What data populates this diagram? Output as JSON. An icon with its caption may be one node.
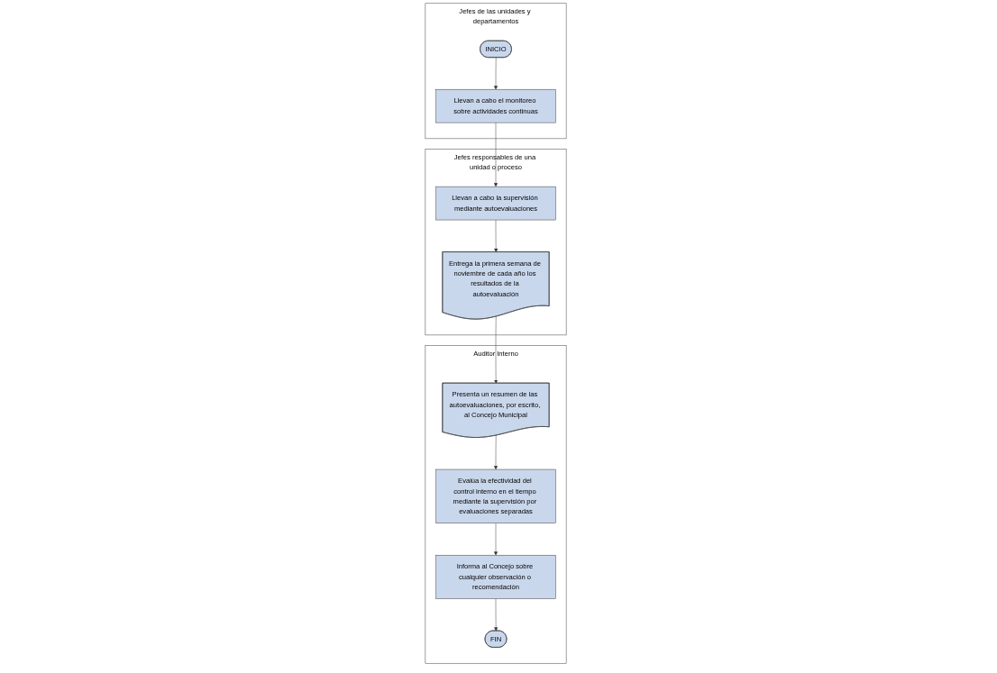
{
  "diagram": {
    "nodes": [
      {
        "text": [
          "Jefes de las unidades y departamentos"
        ]
      },
      {
        "text": [
          "INICIO"
        ],
        "in": 0
      },
      {
        "text": [
          "Llevan a cabo el monitoreo sobre actividades continuas"
        ],
        "in": 0
      },
      {
        "text": [
          "Jefes responsables de una unidad o proceso"
        ]
      },
      {
        "text": [
          "Llevan a cabo la supervisión mediante autoevaluaciones"
        ],
        "in": 3
      },
      {
        "text": [
          "Entrega la primera semana de noviembre de cada año los resultados de la autoevaluación"
        ],
        "in": 3
      },
      {
        "text": [
          "Auditor Interno"
        ]
      },
      {
        "text": [
          "Presenta un resumen de las autoevaluaciones, por escrito, al Concejo Municipal"
        ],
        "in": 6
      },
      {
        "text": [
          "Evalúa la efectividad del control interno en el tiempo mediante la supervisión por evaluaciones separadas"
        ],
        "in": 6
      },
      {
        "text": [
          "Informa al Concejo sobre cualquier observación o recomendación"
        ],
        "in": 6
      },
      {
        "text": [
          "FIN"
        ],
        "in": 6
      }
    ],
    "edges": [
      {
        "from": 1,
        "to": 2,
        "arrow": "to"
      },
      {
        "from": 2,
        "to": 4,
        "arrow": "to"
      },
      {
        "from": 4,
        "to": 5,
        "arrow": "to"
      },
      {
        "from": 5,
        "to": 7,
        "arrow": "to"
      },
      {
        "from": 7,
        "to": 8,
        "arrow": "to"
      },
      {
        "from": 8,
        "to": 9,
        "arrow": "to"
      },
      {
        "from": 9,
        "to": 10,
        "arrow": "to"
      }
    ]
  }
}
